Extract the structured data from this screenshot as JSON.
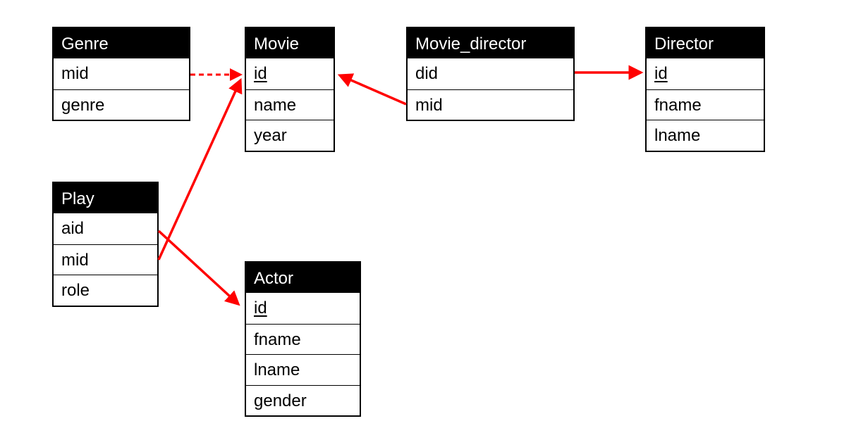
{
  "tables": {
    "genre": {
      "title": "Genre",
      "fields": [
        "mid",
        "genre"
      ]
    },
    "movie": {
      "title": "Movie",
      "fields": [
        "id",
        "name",
        "year"
      ]
    },
    "movie_director": {
      "title": "Movie_director",
      "fields": [
        "did",
        "mid"
      ]
    },
    "director": {
      "title": "Director",
      "fields": [
        "id",
        "fname",
        "lname"
      ]
    },
    "play": {
      "title": "Play",
      "fields": [
        "aid",
        "mid",
        "role"
      ]
    },
    "actor": {
      "title": "Actor",
      "fields": [
        "id",
        "fname",
        "lname",
        "gender"
      ]
    }
  },
  "links": [
    {
      "from": "genre.mid",
      "to": "movie.id",
      "style": "dashed"
    },
    {
      "from": "movie_director.mid",
      "to": "movie.id",
      "style": "solid"
    },
    {
      "from": "movie_director.did",
      "to": "director.id",
      "style": "solid"
    },
    {
      "from": "play.mid",
      "to": "movie.id",
      "style": "solid"
    },
    {
      "from": "play.aid",
      "to": "actor.id",
      "style": "solid"
    }
  ],
  "colors": {
    "link": "#ff0000",
    "header_bg": "#000000",
    "header_text": "#ffffff"
  }
}
